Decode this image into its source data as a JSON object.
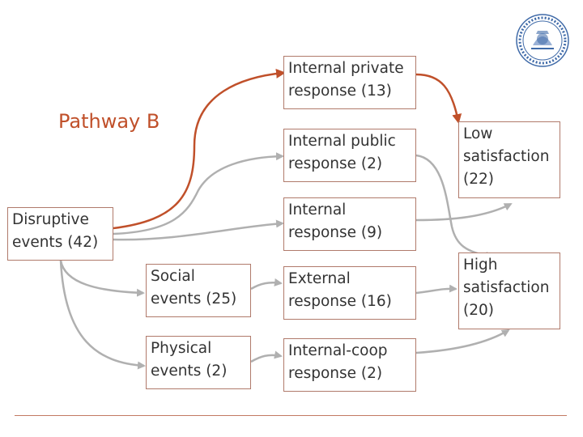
{
  "title": "Pathway B",
  "colors": {
    "highlight": "#c0502a",
    "link": "#b0b0b0",
    "border": "#b07a6b",
    "seal": "#3f6aa8"
  },
  "nodes": {
    "disruptive": {
      "line1": "Disruptive",
      "line2": "events (42)"
    },
    "social": {
      "line1": "Social",
      "line2": "events (25)"
    },
    "physical": {
      "line1": "Physical",
      "line2": "events (2)"
    },
    "internal_private": {
      "line1": "Internal private",
      "line2": "response (13)"
    },
    "internal_public": {
      "line1": "Internal public",
      "line2": "response (2)"
    },
    "internal": {
      "line1": "Internal",
      "line2": "response (9)"
    },
    "external": {
      "line1": "External",
      "line2": "response (16)"
    },
    "internal_coop": {
      "line1": "Internal-coop",
      "line2": "response (2)"
    },
    "low": {
      "line1": "Low",
      "line2": "satisfaction",
      "line3": "(22)"
    },
    "high": {
      "line1": "High",
      "line2": "satisfaction",
      "line3": "(20)"
    }
  },
  "seal": {
    "icon": "university-seal-icon"
  }
}
